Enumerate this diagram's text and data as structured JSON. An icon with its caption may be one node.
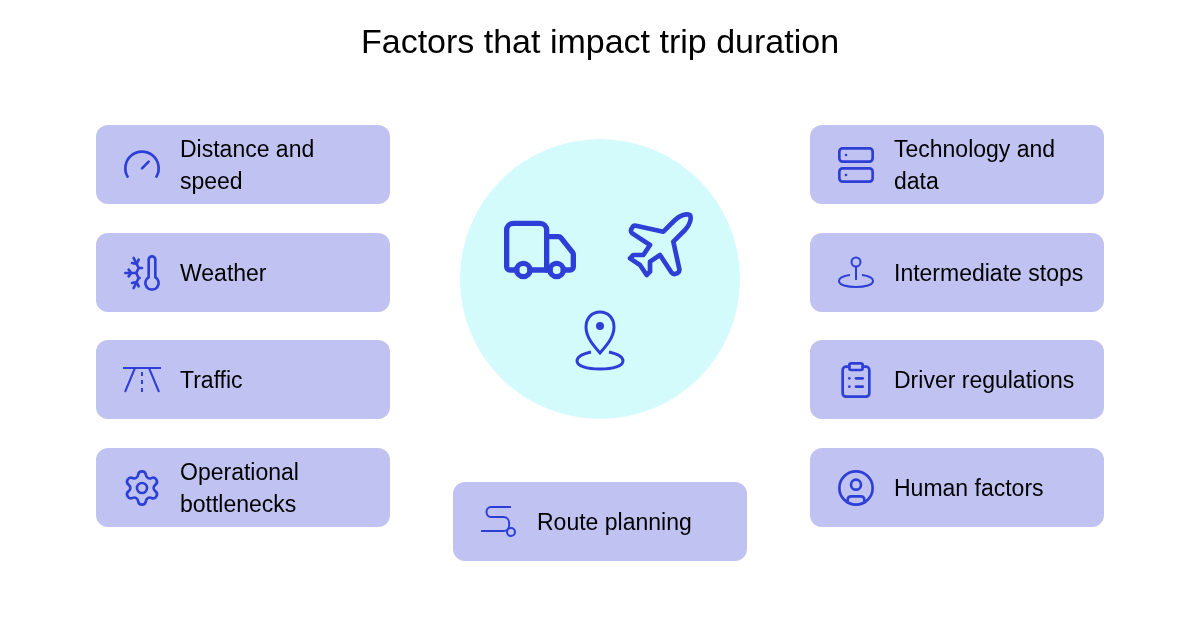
{
  "diagram": {
    "title": "Factors that impact trip duration",
    "nodes": [
      {
        "text": [
          "Distance and speed"
        ]
      },
      {
        "text": [
          "Weather"
        ]
      },
      {
        "text": [
          "Traffic"
        ]
      },
      {
        "text": [
          "Operational bottlenecks"
        ]
      },
      {
        "text": [
          "Technology and data"
        ]
      },
      {
        "text": [
          "Intermediate stops"
        ]
      },
      {
        "text": [
          "Driver regulations"
        ]
      },
      {
        "text": [
          "Human factors"
        ]
      },
      {
        "text": [
          "Route planning"
        ]
      }
    ]
  }
}
